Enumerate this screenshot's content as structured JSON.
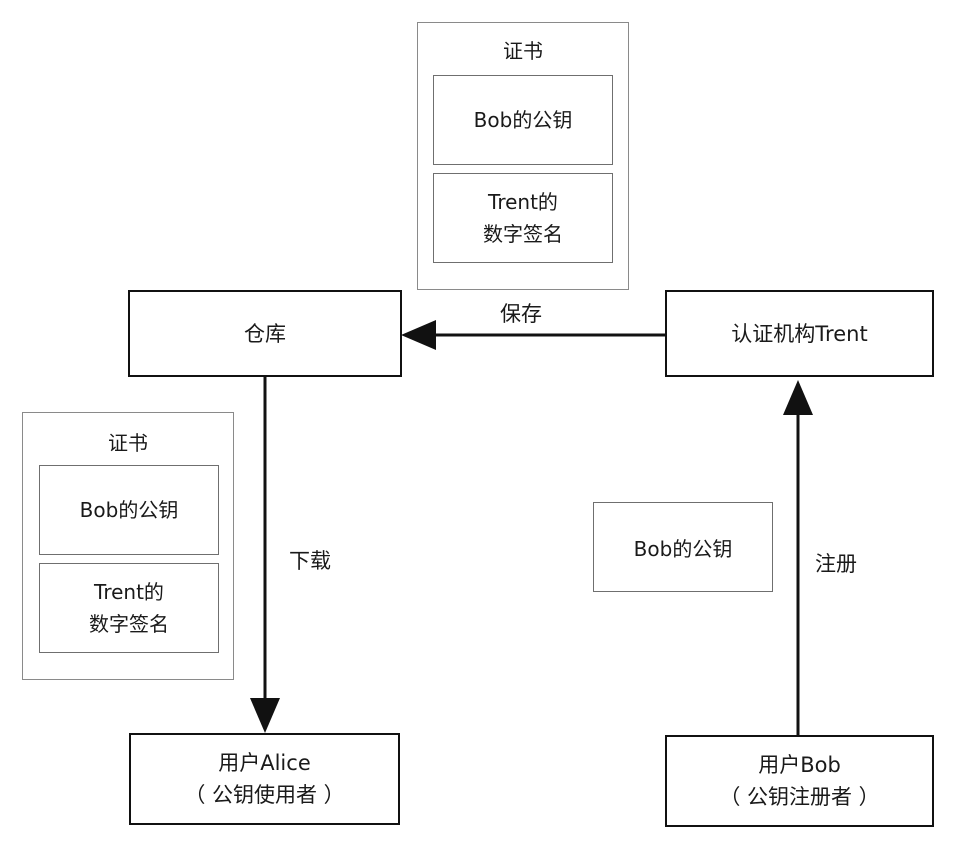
{
  "certificate_top": {
    "title": "证书",
    "field_key": "Bob的公钥",
    "field_sig_line1": "Trent的",
    "field_sig_line2": "数字签名"
  },
  "certificate_left": {
    "title": "证书",
    "field_key": "Bob的公钥",
    "field_sig_line1": "Trent的",
    "field_sig_line2": "数字签名"
  },
  "nodes": {
    "repository": "仓库",
    "ca": "认证机构Trent",
    "alice_line1": "用户Alice",
    "alice_line2": "（ 公钥使用者 ）",
    "bob_line1": "用户Bob",
    "bob_line2": "（ 公钥注册者 ）"
  },
  "loose_key": "Bob的公钥",
  "edges": {
    "save": "保存",
    "download": "下载",
    "register": "注册"
  }
}
